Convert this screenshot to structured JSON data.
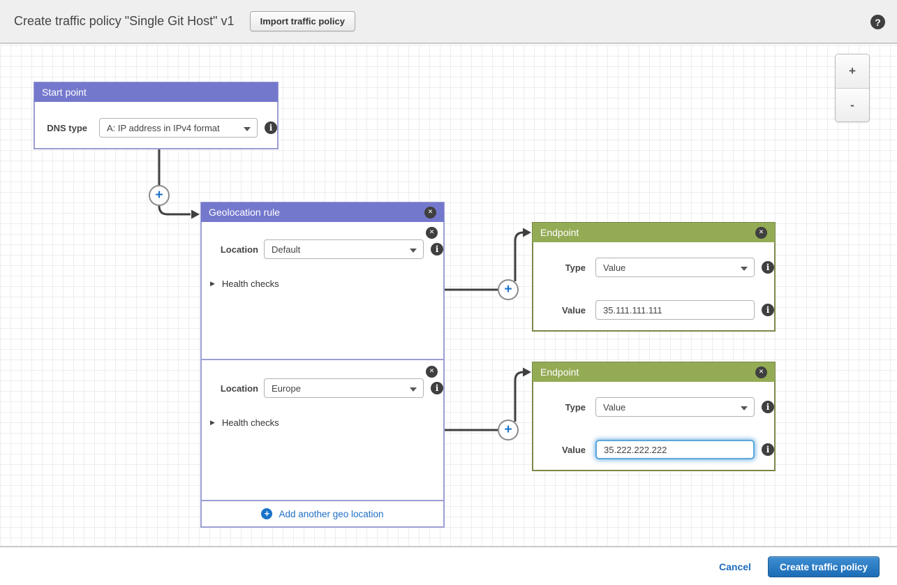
{
  "header": {
    "title": "Create traffic policy \"Single Git Host\" v1",
    "import_button": "Import traffic policy"
  },
  "canvas": {
    "zoom_in": "+",
    "zoom_out": "-",
    "start_point": {
      "title": "Start point",
      "dns_type_label": "DNS type",
      "dns_type_value": "A: IP address in IPv4 format"
    },
    "geolocation_rule": {
      "title": "Geolocation rule",
      "sections": [
        {
          "location_label": "Location",
          "location_value": "Default",
          "health_checks_label": "Health checks"
        },
        {
          "location_label": "Location",
          "location_value": "Europe",
          "health_checks_label": "Health checks"
        }
      ],
      "add_link": "Add another geo location"
    },
    "endpoints": [
      {
        "title": "Endpoint",
        "type_label": "Type",
        "type_value": "Value",
        "value_label": "Value",
        "value": "35.111.111.111"
      },
      {
        "title": "Endpoint",
        "type_label": "Type",
        "type_value": "Value",
        "value_label": "Value",
        "value": "35.222.222.222"
      }
    ]
  },
  "footer": {
    "cancel": "Cancel",
    "create": "Create traffic policy"
  },
  "icons": {
    "help": "?",
    "close": "✕",
    "info": "i",
    "plus": "+",
    "collapsed_triangle": "▶"
  },
  "colors": {
    "rule_header": "#7478cd",
    "endpoint_header": "#94ab55",
    "primary_button": "#1b6cb5",
    "link_blue": "#1f6fc5",
    "connector": "#3f3f3f",
    "focus_ring": "#5ca7dd"
  }
}
